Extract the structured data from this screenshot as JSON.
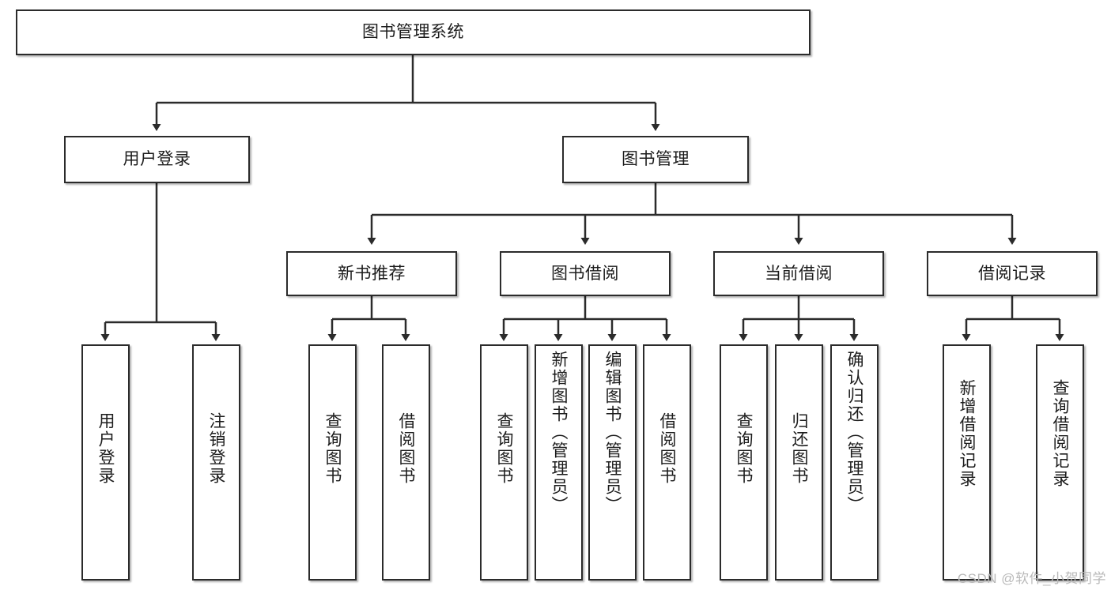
{
  "diagram": {
    "type": "tree-hierarchy",
    "title": "图书管理系统",
    "theme": {
      "background": "#ffffff",
      "box_border": "#2b2b2b",
      "box_fill": "#ffffff",
      "text": "#1c1c1c",
      "connector": "#2b2b2b",
      "watermark": "#b9b9b9"
    },
    "root": {
      "label": "图书管理系统"
    },
    "level2": [
      {
        "label": "用户登录"
      },
      {
        "label": "图书管理"
      }
    ],
    "level3": [
      {
        "label": "新书推荐"
      },
      {
        "label": "图书借阅"
      },
      {
        "label": "当前借阅"
      },
      {
        "label": "借阅记录"
      }
    ],
    "leaves": {
      "user_login": [
        {
          "label": "用户登录"
        },
        {
          "label": "注销登录"
        }
      ],
      "new_book_recommend": [
        {
          "label": "查询图书"
        },
        {
          "label": "借阅图书"
        }
      ],
      "book_borrow": [
        {
          "label": "查询图书"
        },
        {
          "label": "新增图书（管理员）"
        },
        {
          "label": "编辑图书（管理员）"
        },
        {
          "label": "借阅图书"
        }
      ],
      "current_borrow": [
        {
          "label": "查询图书"
        },
        {
          "label": "归还图书"
        },
        {
          "label": "确认归还（管理员）"
        }
      ],
      "borrow_record": [
        {
          "label": "新增借阅记录"
        },
        {
          "label": "查询借阅记录"
        }
      ]
    },
    "watermark": "CSDN @软件_小贺同学"
  }
}
